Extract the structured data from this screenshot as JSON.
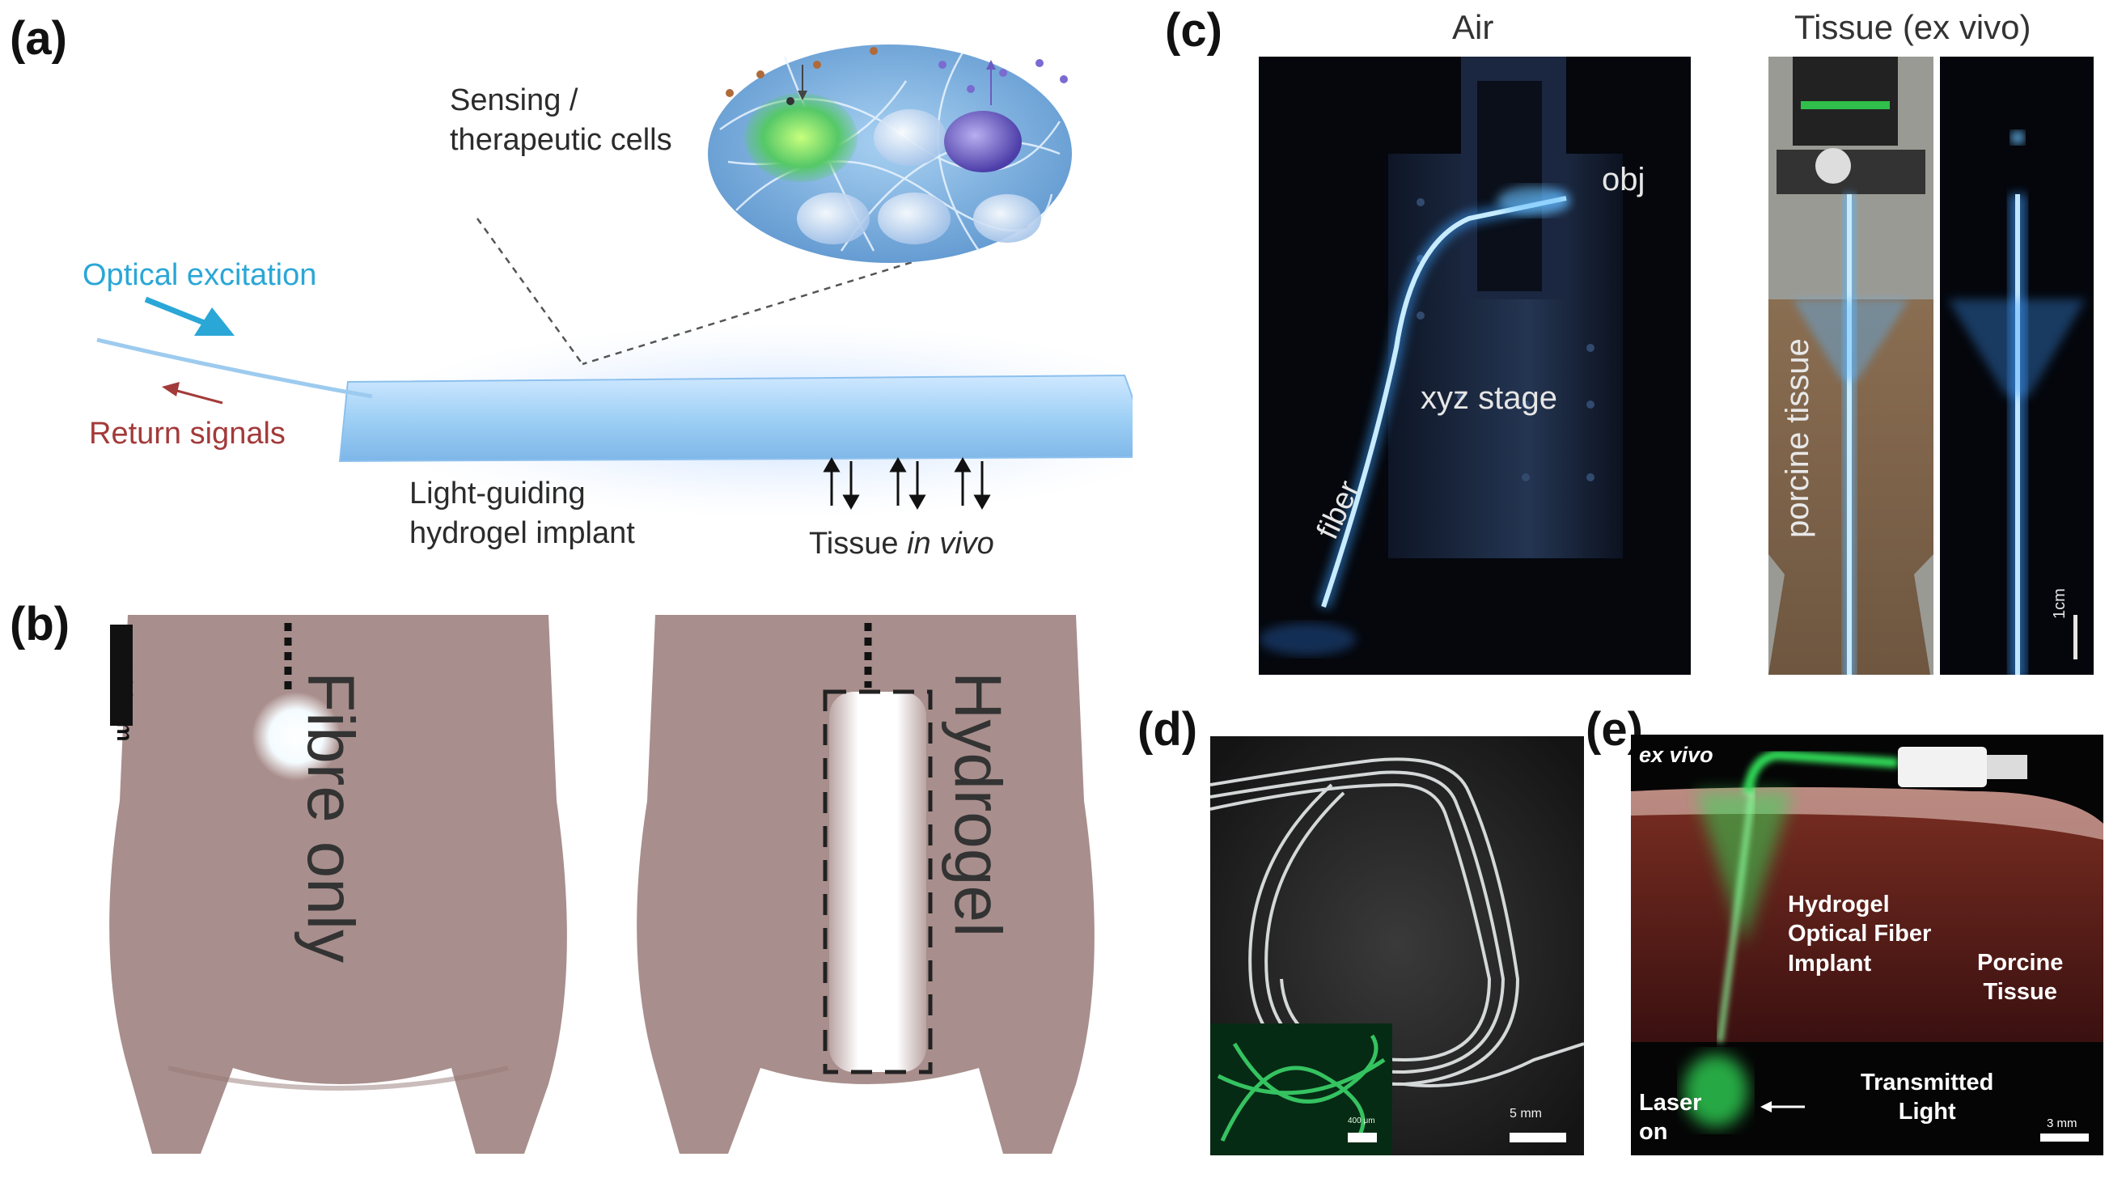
{
  "panels": {
    "a": {
      "label": "(a)",
      "cells_label_line1": "Sensing /",
      "cells_label_line2": "therapeutic cells",
      "optical_excitation": "Optical excitation",
      "return_signals": "Return signals",
      "implant_line1": "Light-guiding",
      "implant_line2": "hydrogel implant",
      "tissue_prefix": "Tissue ",
      "tissue_italic": "in vivo"
    },
    "b": {
      "label": "(b)",
      "scale_bar": "100 μm",
      "left_caption": "Fibre only",
      "right_caption": "Hydrogel"
    },
    "c": {
      "label": "(c)",
      "air_title": "Air",
      "tissue_title": "Tissue (ex vivo)",
      "obj": "obj",
      "xyz_stage": "xyz stage",
      "fiber": "fiber",
      "porcine_tissue": "porcine tissue",
      "scale_bar": "1cm"
    },
    "d": {
      "label": "(d)",
      "scale_bar": "5 mm",
      "inset_scale_bar": "400 μm"
    },
    "e": {
      "label": "(e)",
      "ex_vivo": "ex vivo",
      "hydrogel_line1": "Hydrogel",
      "hydrogel_line2": "Optical Fiber",
      "hydrogel_line3": "Implant",
      "porcine_line1": "Porcine",
      "porcine_line2": "Tissue",
      "transmitted_line1": "Transmitted",
      "transmitted_line2": "Light",
      "laser_line1": "Laser",
      "laser_line2": "on",
      "scale_bar": "3 mm"
    }
  },
  "colors": {
    "excitation": "#2aa7d6",
    "return": "#a33a3a",
    "hydrogel": "#9fd0f5",
    "green_light": "#31e05a",
    "blue_light": "#5db8ff",
    "skin": "#a88e8c"
  }
}
